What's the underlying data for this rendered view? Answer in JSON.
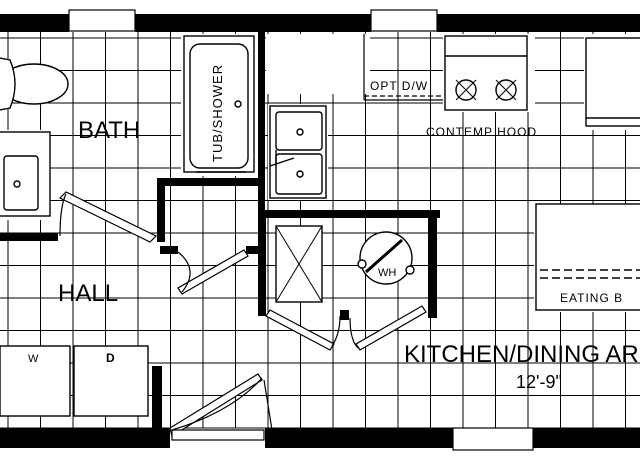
{
  "rooms": {
    "bath": "BATH",
    "hall": "HALL",
    "kitchen": "KITCHEN/DINING AR",
    "kitchen_dim": "12'-9\""
  },
  "fixtures": {
    "tub": "TUB/SHOWER",
    "dishwasher": "OPT D/W",
    "hood": "CONTEMP HOOD",
    "water_heater": "WH",
    "eating_bar": "EATING B",
    "washer": "W",
    "dryer": "D"
  },
  "colors": {
    "wall": "#000000",
    "grid": "#000000",
    "background": "#ffffff"
  }
}
